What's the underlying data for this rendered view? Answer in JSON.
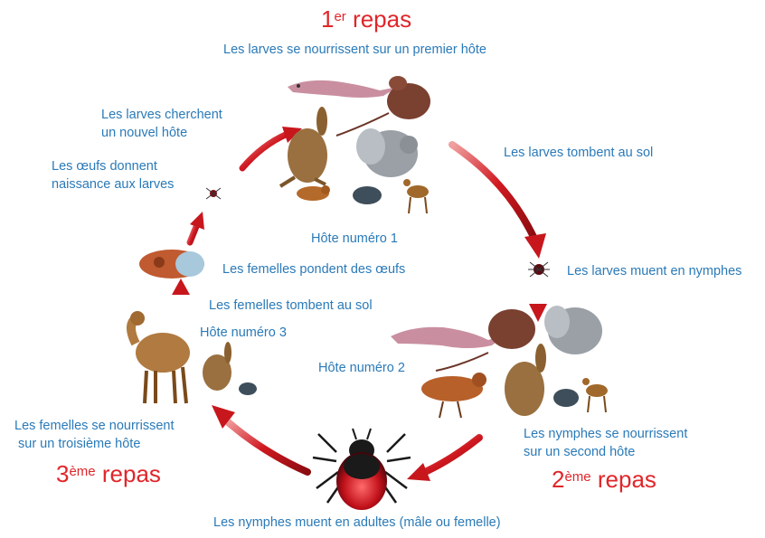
{
  "meals": {
    "first": {
      "num": "1",
      "sup": "er",
      "word": "repas"
    },
    "second": {
      "num": "2",
      "sup": "ème",
      "word": "repas"
    },
    "third": {
      "num": "3",
      "sup": "ème",
      "word": "repas"
    }
  },
  "labels": {
    "larvae_feed_first_host": "Les larves se nourrissent sur un premier hôte",
    "larvae_seek_host_1": "Les larves cherchent",
    "larvae_seek_host_2": "un nouvel hôte",
    "eggs_hatch_1": "Les œufs donnent",
    "eggs_hatch_2": "naissance aux larves",
    "larvae_drop": "Les larves tombent au sol",
    "host_1": "Hôte numéro 1",
    "females_lay_eggs": "Les femelles pondent des œufs",
    "larvae_molt": "Les larves muent en nymphes",
    "females_drop": "Les femelles tombent au sol",
    "host_3": "Hôte numéro 3",
    "host_2": "Hôte numéro 2",
    "females_feed_1": "Les femelles se nourrissent",
    "females_feed_2": "sur un troisième hôte",
    "nymphs_feed_1": "Les nymphes se nourrissent",
    "nymphs_feed_2": "sur un second hôte",
    "nymphs_molt": "Les nymphes muent en adultes (mâle ou femelle)"
  },
  "colors": {
    "label": "#2a7ab8",
    "meal": "#e0262a",
    "arrow": "#c8161d"
  }
}
